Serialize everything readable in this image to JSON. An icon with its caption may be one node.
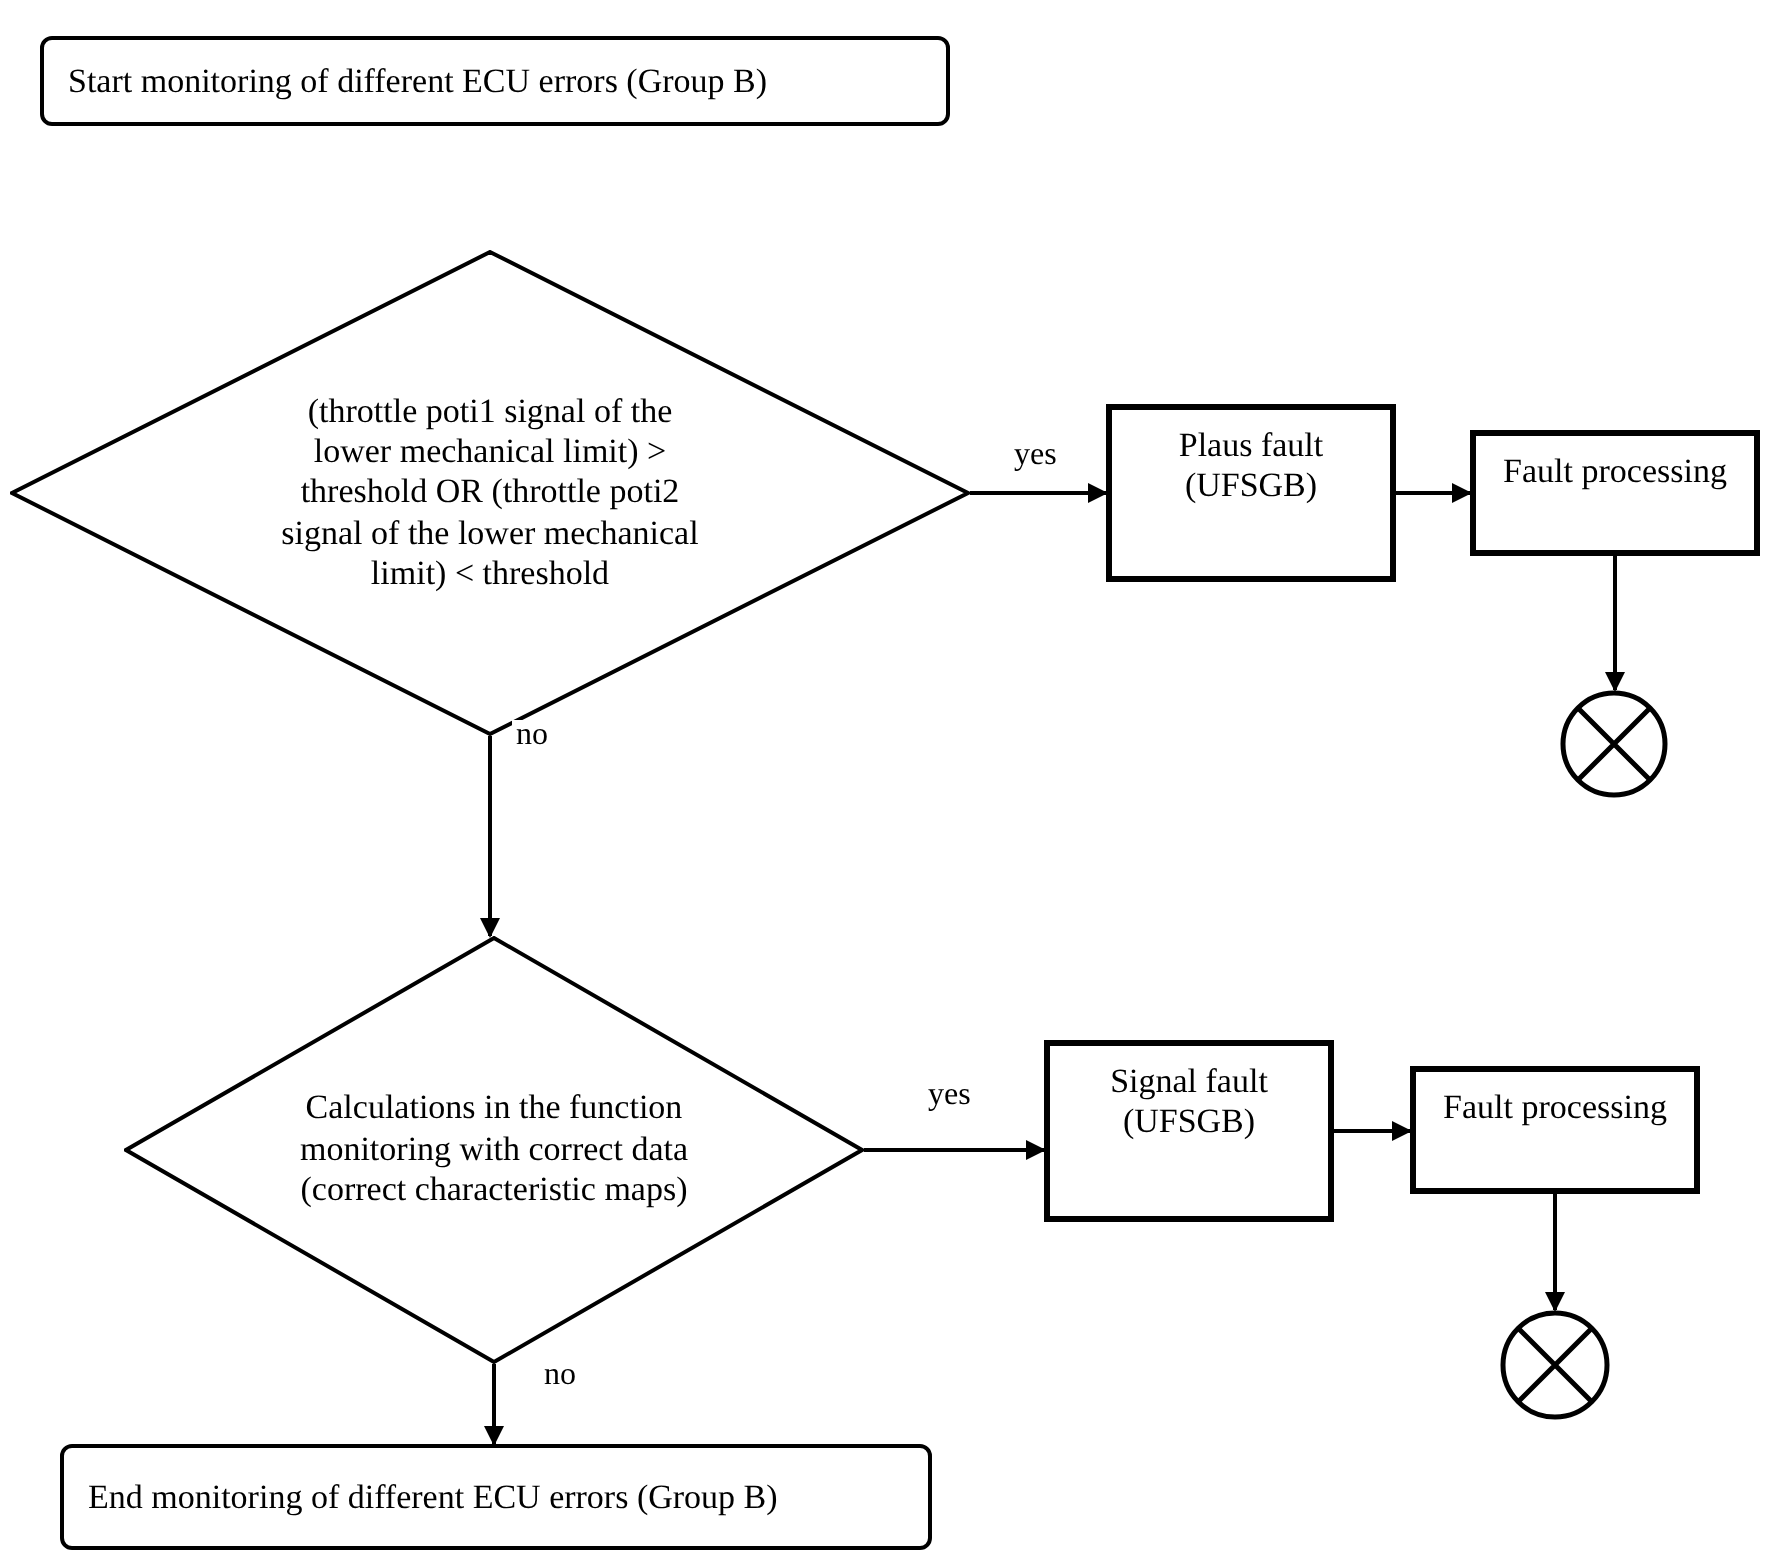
{
  "diagram": {
    "nodes": [
      {
        "text": [
          "Start monitoring of different ECU errors (Group B)"
        ]
      },
      {
        "text": [
          "(throttle poti1 signal of the lower mechanical limit) > threshold OR (throttle poti2 signal of the lower mechanical limit) < threshold"
        ]
      },
      {
        "text": [
          "Plaus fault (UFSGB)"
        ]
      },
      {
        "text": [
          "Fault processing"
        ]
      },
      {
        "text": [],
        "shape": "circle"
      },
      {
        "text": [
          "Calculations in the function monitoring with correct data (correct characteristic maps)"
        ]
      },
      {
        "text": [
          "Signal fault (UFSGB)"
        ]
      },
      {
        "text": [
          "Fault processing"
        ]
      },
      {
        "text": [],
        "shape": "circle"
      },
      {
        "text": [
          "End monitoring of different ECU errors (Group B)"
        ]
      }
    ],
    "edges": [
      {
        "from": 1,
        "to": 2,
        "arrow": "to",
        "label": "yes"
      },
      {
        "from": 2,
        "to": 3,
        "arrow": "to"
      },
      {
        "from": 3,
        "to": 4,
        "arrow": "to"
      },
      {
        "from": 1,
        "to": 5,
        "arrow": "to",
        "label": "no"
      },
      {
        "from": 5,
        "to": 6,
        "arrow": "to",
        "label": "yes"
      },
      {
        "from": 6,
        "to": 7,
        "arrow": "to"
      },
      {
        "from": 7,
        "to": 8,
        "arrow": "to"
      },
      {
        "from": 5,
        "to": 9,
        "arrow": "to",
        "label": "no"
      }
    ]
  }
}
